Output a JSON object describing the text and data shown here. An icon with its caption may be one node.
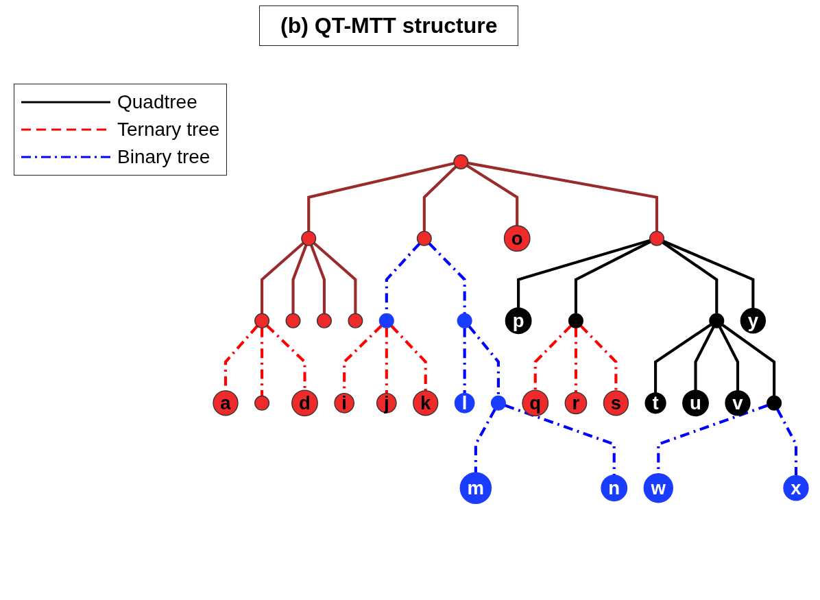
{
  "diagram": {
    "title": "(b) QT-MTT structure",
    "nodes": [
      {
        "text": [],
        "shape": "circle"
      },
      {
        "text": [],
        "shape": "circle"
      },
      {
        "text": [],
        "shape": "circle"
      },
      {
        "text": [
          "o"
        ]
      },
      {
        "text": [],
        "shape": "circle"
      },
      {
        "text": [],
        "shape": "circle"
      },
      {
        "text": [],
        "shape": "circle"
      },
      {
        "text": [],
        "shape": "circle"
      },
      {
        "text": [],
        "shape": "circle"
      },
      {
        "text": [],
        "shape": "circle"
      },
      {
        "text": [],
        "shape": "circle"
      },
      {
        "text": [
          "p"
        ]
      },
      {
        "text": [],
        "shape": "circle"
      },
      {
        "text": [],
        "shape": "circle"
      },
      {
        "text": [
          "y"
        ]
      },
      {
        "text": [
          "a"
        ]
      },
      {
        "text": [],
        "shape": "circle"
      },
      {
        "text": [
          "d"
        ]
      },
      {
        "text": [
          "i"
        ]
      },
      {
        "text": [
          "j"
        ]
      },
      {
        "text": [
          "k"
        ]
      },
      {
        "text": [
          "l"
        ]
      },
      {
        "text": [],
        "shape": "circle"
      },
      {
        "text": [
          "q"
        ]
      },
      {
        "text": [
          "r"
        ]
      },
      {
        "text": [
          "s"
        ]
      },
      {
        "text": [
          "t"
        ]
      },
      {
        "text": [
          "u"
        ]
      },
      {
        "text": [
          "v"
        ]
      },
      {
        "text": [],
        "shape": "circle"
      },
      {
        "text": [
          "m"
        ]
      },
      {
        "text": [
          "n"
        ]
      },
      {
        "text": [
          "w"
        ]
      },
      {
        "text": [
          "x"
        ]
      }
    ],
    "edges": [
      {
        "from": 0,
        "to": 1,
        "arrow": "none",
        "color": "#9b2a2a"
      },
      {
        "from": 0,
        "to": 2,
        "arrow": "none",
        "color": "#9b2a2a"
      },
      {
        "from": 0,
        "to": 3,
        "arrow": "none",
        "color": "#9b2a2a"
      },
      {
        "from": 0,
        "to": 4,
        "arrow": "none",
        "color": "#9b2a2a"
      },
      {
        "from": 1,
        "to": 5,
        "arrow": "none",
        "color": "#9b2a2a"
      },
      {
        "from": 1,
        "to": 6,
        "arrow": "none",
        "color": "#9b2a2a"
      },
      {
        "from": 1,
        "to": 7,
        "arrow": "none",
        "color": "#9b2a2a"
      },
      {
        "from": 1,
        "to": 8,
        "arrow": "none",
        "color": "#9b2a2a"
      },
      {
        "from": 2,
        "to": 9,
        "arrow": "none",
        "style": "dashed",
        "color": "#0000ff"
      },
      {
        "from": 2,
        "to": 10,
        "arrow": "none",
        "style": "dashed",
        "color": "#0000ff"
      },
      {
        "from": 4,
        "to": 11,
        "arrow": "none",
        "color": "#000000"
      },
      {
        "from": 4,
        "to": 12,
        "arrow": "none",
        "color": "#000000"
      },
      {
        "from": 4,
        "to": 13,
        "arrow": "none",
        "color": "#000000"
      },
      {
        "from": 4,
        "to": 14,
        "arrow": "none",
        "color": "#000000"
      },
      {
        "from": 5,
        "to": 15,
        "arrow": "none",
        "style": "dashed",
        "color": "#ff0000"
      },
      {
        "from": 5,
        "to": 16,
        "arrow": "none",
        "style": "dashed",
        "color": "#ff0000"
      },
      {
        "from": 5,
        "to": 17,
        "arrow": "none",
        "style": "dashed",
        "color": "#ff0000"
      },
      {
        "from": 9,
        "to": 18,
        "arrow": "none",
        "style": "dashed",
        "color": "#ff0000"
      },
      {
        "from": 9,
        "to": 19,
        "arrow": "none",
        "style": "dashed",
        "color": "#ff0000"
      },
      {
        "from": 9,
        "to": 20,
        "arrow": "none",
        "style": "dashed",
        "color": "#ff0000"
      },
      {
        "from": 10,
        "to": 21,
        "arrow": "none",
        "style": "dashed",
        "color": "#0000ff"
      },
      {
        "from": 10,
        "to": 22,
        "arrow": "none",
        "style": "dashed",
        "color": "#0000ff"
      },
      {
        "from": 12,
        "to": 23,
        "arrow": "none",
        "style": "dashed",
        "color": "#ff0000"
      },
      {
        "from": 12,
        "to": 24,
        "arrow": "none",
        "style": "dashed",
        "color": "#ff0000"
      },
      {
        "from": 12,
        "to": 25,
        "arrow": "none",
        "style": "dashed",
        "color": "#ff0000"
      },
      {
        "from": 13,
        "to": 26,
        "arrow": "none",
        "color": "#000000"
      },
      {
        "from": 13,
        "to": 27,
        "arrow": "none",
        "color": "#000000"
      },
      {
        "from": 13,
        "to": 28,
        "arrow": "none",
        "color": "#000000"
      },
      {
        "from": 13,
        "to": 29,
        "arrow": "none",
        "color": "#000000"
      },
      {
        "from": 22,
        "to": 30,
        "arrow": "none",
        "style": "dashed",
        "color": "#0000ff"
      },
      {
        "from": 22,
        "to": 31,
        "arrow": "none",
        "style": "dashed",
        "color": "#0000ff"
      },
      {
        "from": 29,
        "to": 32,
        "arrow": "none",
        "style": "dashed",
        "color": "#0000ff"
      },
      {
        "from": 29,
        "to": 33,
        "arrow": "none",
        "style": "dashed",
        "color": "#0000ff"
      }
    ],
    "legend": [
      {
        "text": "Quadtree"
      },
      {
        "text": "Ternary tree"
      },
      {
        "text": "Binary tree"
      }
    ]
  }
}
